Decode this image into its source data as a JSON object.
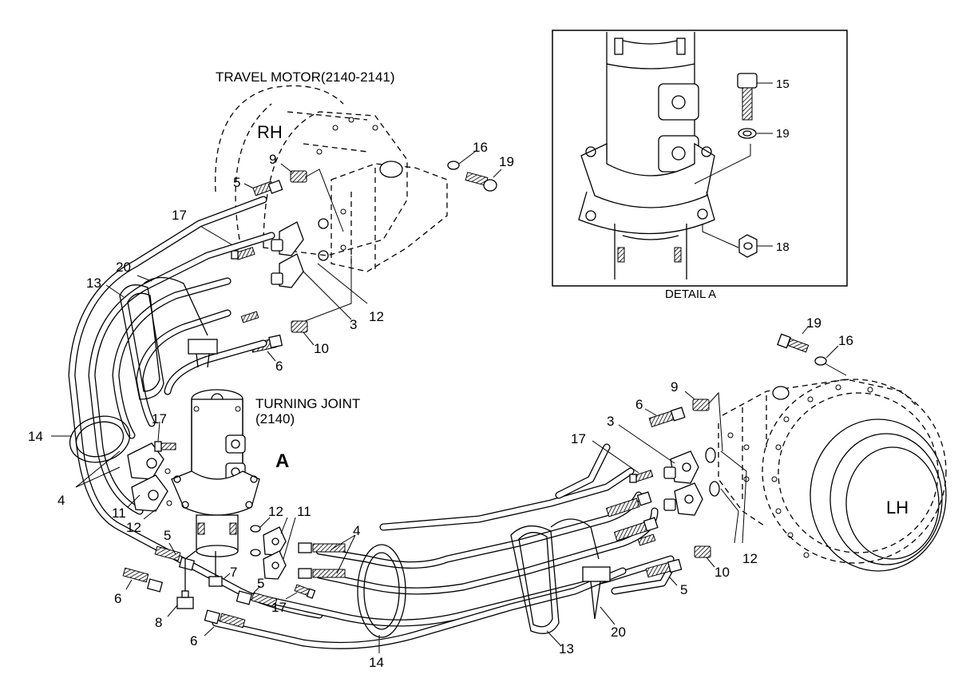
{
  "titles": {
    "travel_motor": "TRAVEL MOTOR(2140-2141)",
    "rh": "RH",
    "lh": "LH",
    "turning_joint": "TURNING JOINT",
    "turning_joint_code": "(2140)",
    "view_marker": "A",
    "detail_caption": "DETAIL A"
  },
  "callouts": {
    "rh_16": "16",
    "rh_19": "19",
    "rh_9": "9",
    "rh_5": "5",
    "rh_17": "17",
    "rh_20": "20",
    "rh_13": "13",
    "rh_12": "12",
    "rh_3": "3",
    "rh_10": "10",
    "rh_6": "6",
    "detail_15": "15",
    "detail_19": "19",
    "detail_18": "18",
    "tj_14": "14",
    "tj_17": "17",
    "tj_4": "4",
    "tj_11": "11",
    "tj_12": "12",
    "tj_5": "5",
    "tj_6": "6",
    "tj_8": "8",
    "tj_7": "7",
    "mid_12": "12",
    "mid_11": "11",
    "mid_4": "4",
    "mid_5": "5",
    "mid_17": "17",
    "mid_6": "6",
    "bot_14": "14",
    "bot_13": "13",
    "bot_20": "20",
    "lh_19": "19",
    "lh_16": "16",
    "lh_9": "9",
    "lh_6": "6",
    "lh_3": "3",
    "lh_17": "17",
    "lh_12": "12",
    "lh_10": "10",
    "lh_5": "5"
  }
}
